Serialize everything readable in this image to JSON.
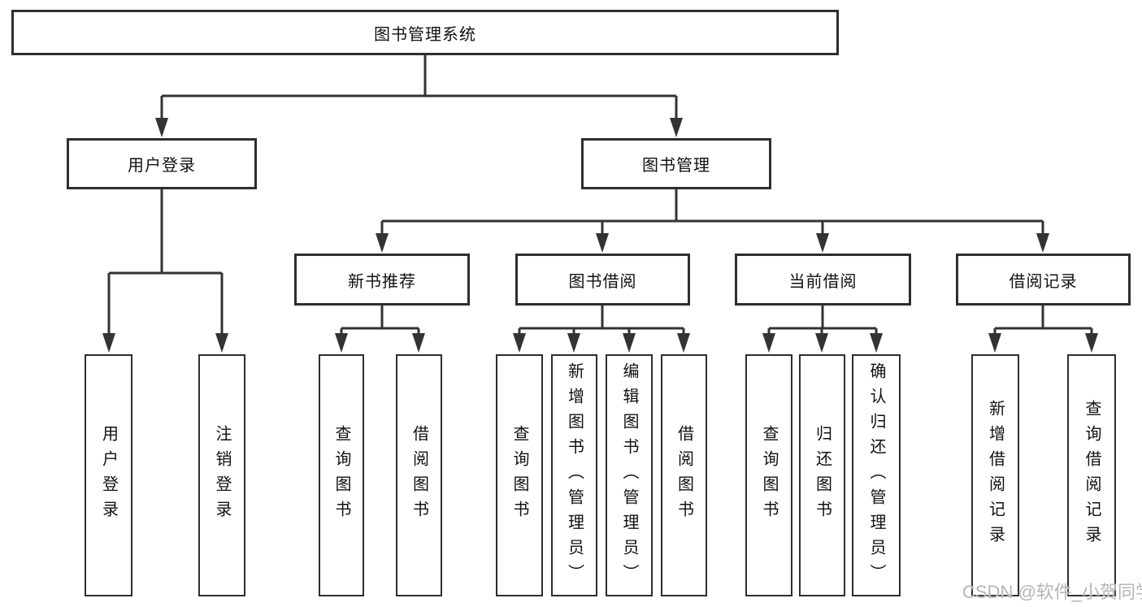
{
  "diagram": {
    "watermark": "CSDN @软件_小贺同学",
    "colors": {
      "line": "#333333",
      "box_border": "#2e2e2e",
      "text": "#111111",
      "watermark": "#b5b5b5",
      "background": "#ffffff"
    },
    "tree": {
      "label": "图书管理系统",
      "children": [
        {
          "label": "用户登录",
          "children": [
            {
              "label": "用户登录"
            },
            {
              "label": "注销登录"
            }
          ]
        },
        {
          "label": "图书管理",
          "children": [
            {
              "label": "新书推荐",
              "children": [
                {
                  "label": "查询图书"
                },
                {
                  "label": "借阅图书"
                }
              ]
            },
            {
              "label": "图书借阅",
              "children": [
                {
                  "label": "查询图书"
                },
                {
                  "label": "新增图书（管理员）"
                },
                {
                  "label": "编辑图书（管理员）"
                },
                {
                  "label": "借阅图书"
                }
              ]
            },
            {
              "label": "当前借阅",
              "children": [
                {
                  "label": "查询图书"
                },
                {
                  "label": "归还图书"
                },
                {
                  "label": "确认归还（管理员）"
                }
              ]
            },
            {
              "label": "借阅记录",
              "children": [
                {
                  "label": "新增借阅记录"
                },
                {
                  "label": "查询借阅记录"
                }
              ]
            }
          ]
        }
      ]
    }
  }
}
